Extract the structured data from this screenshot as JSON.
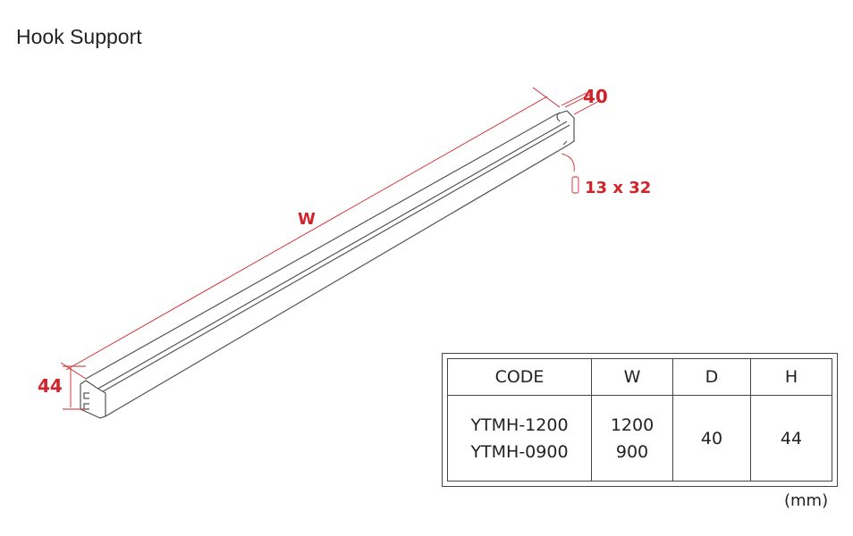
{
  "title": "Hook Support",
  "dimensions": {
    "width_label": "W",
    "depth_label": "40",
    "height_label": "44",
    "slot_label": "13 x 32"
  },
  "table": {
    "headers": [
      "CODE",
      "W",
      "D",
      "H"
    ],
    "codes": [
      "YTMH-1200",
      "YTMH-0900"
    ],
    "widths": [
      "1200",
      "900"
    ],
    "depth": "40",
    "height": "44"
  },
  "unit": "(mm)",
  "colors": {
    "dimension": "#d2232a",
    "line": "#444444"
  }
}
